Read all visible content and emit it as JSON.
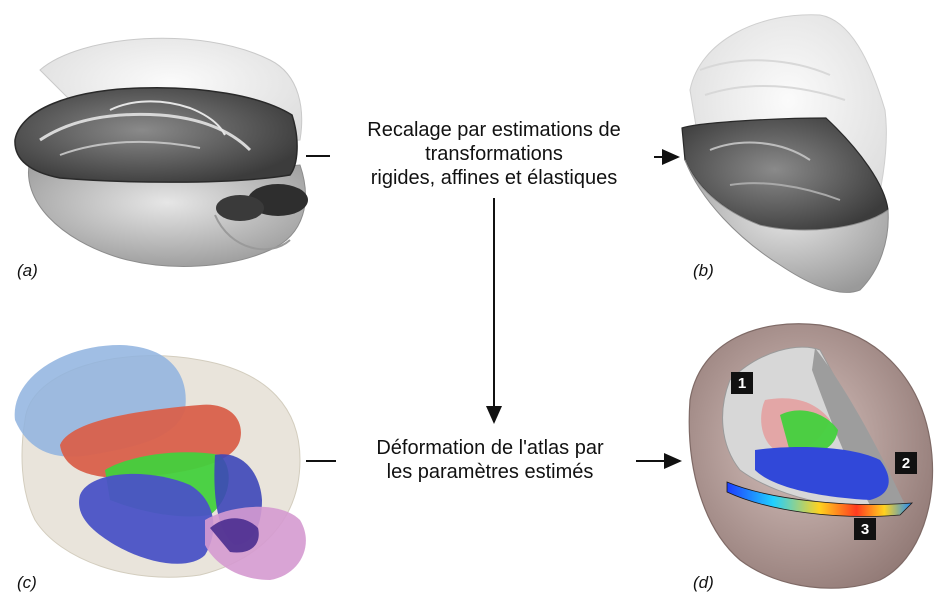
{
  "panels": {
    "a": {
      "label": "(a)"
    },
    "b": {
      "label": "(b)"
    },
    "c": {
      "label": "(c)"
    },
    "d": {
      "label": "(d)",
      "markers": [
        "1",
        "2",
        "3"
      ]
    }
  },
  "steps": {
    "registration": {
      "lines": [
        "Recalage par estimations de",
        "transformations",
        "rigides, affines et élastiques"
      ]
    },
    "deformation": {
      "lines": [
        "Déformation de l'atlas par",
        "les paramètres estimés"
      ]
    }
  },
  "colors": {
    "brain_gray": "#6f6f6f",
    "skull_gray": "#bdbdbd",
    "atlas_blue_light": "#8fb3df",
    "atlas_red": "#d9604b",
    "atlas_green": "#43d03d",
    "atlas_blue": "#4a52c6",
    "atlas_pink": "#d59ad0",
    "skull_pink": "#b59c98"
  }
}
